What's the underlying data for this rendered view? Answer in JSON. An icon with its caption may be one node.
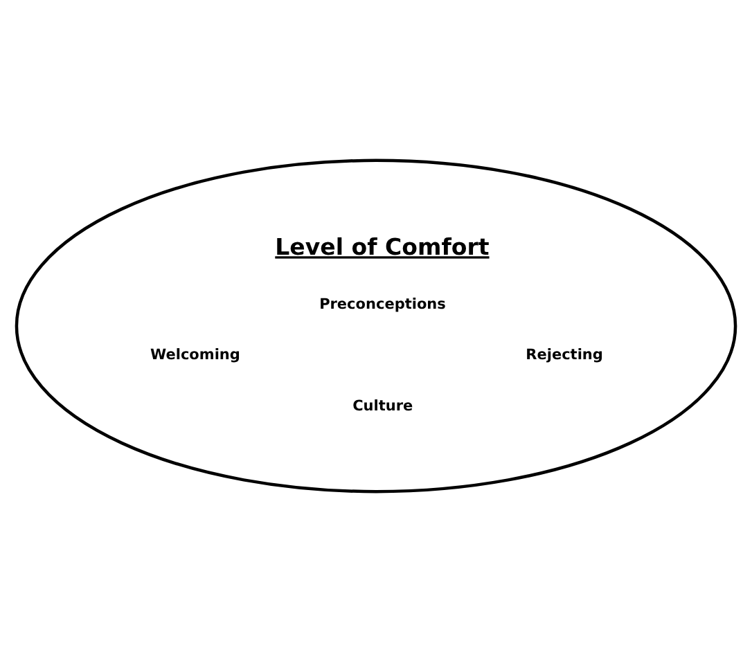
{
  "diagram": {
    "nodes": [
      {
        "text": [
          "Level of Comfort",
          "Preconceptions",
          "Welcoming",
          "Rejecting",
          "Culture"
        ]
      }
    ]
  }
}
